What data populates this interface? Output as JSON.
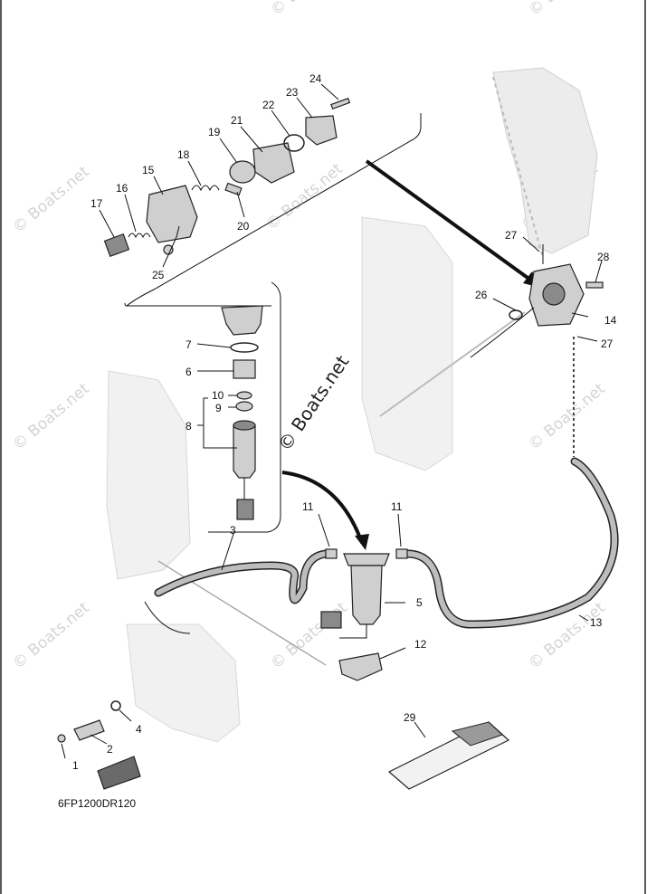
{
  "diagram_code": "6FP1200DR120",
  "watermark_main": "© Boats.net",
  "watermark_faint": "© Boats.net",
  "callouts": [
    {
      "id": "c1",
      "text": "1"
    },
    {
      "id": "c2",
      "text": "2"
    },
    {
      "id": "c3",
      "text": "3"
    },
    {
      "id": "c4",
      "text": "4"
    },
    {
      "id": "c5",
      "text": "5"
    },
    {
      "id": "c6",
      "text": "6"
    },
    {
      "id": "c7",
      "text": "7"
    },
    {
      "id": "c8",
      "text": "8"
    },
    {
      "id": "c9",
      "text": "9"
    },
    {
      "id": "c10",
      "text": "10"
    },
    {
      "id": "c11a",
      "text": "11"
    },
    {
      "id": "c11b",
      "text": "11"
    },
    {
      "id": "c12",
      "text": "12"
    },
    {
      "id": "c13",
      "text": "13"
    },
    {
      "id": "c14",
      "text": "14"
    },
    {
      "id": "c15",
      "text": "15"
    },
    {
      "id": "c16",
      "text": "16"
    },
    {
      "id": "c17",
      "text": "17"
    },
    {
      "id": "c18",
      "text": "18"
    },
    {
      "id": "c19",
      "text": "19"
    },
    {
      "id": "c20",
      "text": "20"
    },
    {
      "id": "c21",
      "text": "21"
    },
    {
      "id": "c22",
      "text": "22"
    },
    {
      "id": "c23",
      "text": "23"
    },
    {
      "id": "c24",
      "text": "24"
    },
    {
      "id": "c25",
      "text": "25"
    },
    {
      "id": "c26",
      "text": "26"
    },
    {
      "id": "c27a",
      "text": "27"
    },
    {
      "id": "c27b",
      "text": "27"
    },
    {
      "id": "c28",
      "text": "28"
    },
    {
      "id": "c29",
      "text": "29"
    }
  ]
}
